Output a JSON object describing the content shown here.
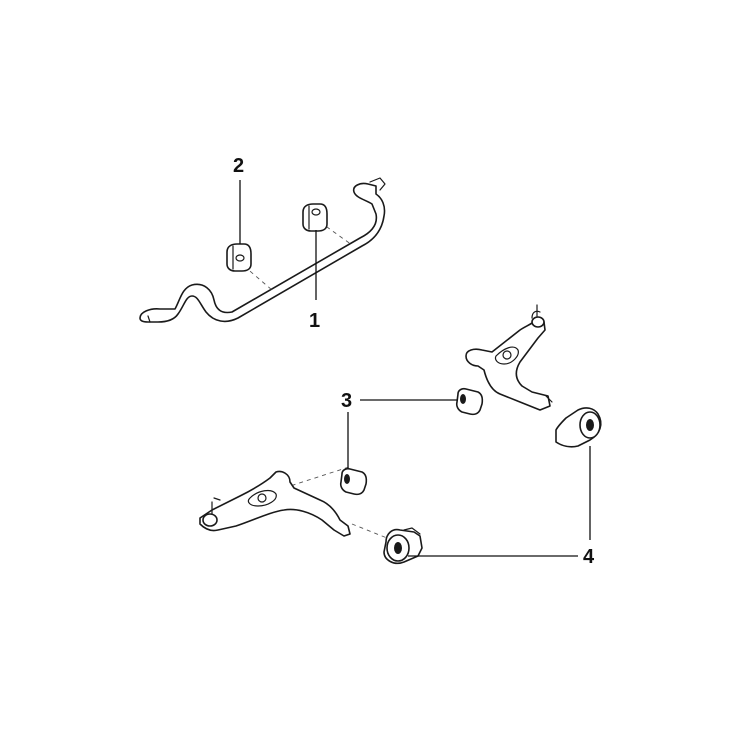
{
  "callouts": [
    {
      "id": "1",
      "text": "1"
    },
    {
      "id": "2",
      "text": "2"
    },
    {
      "id": "3",
      "text": "3"
    },
    {
      "id": "4",
      "text": "4"
    }
  ],
  "colors": {
    "line": "#1a1a1a",
    "background": "#ffffff",
    "shade": "#cfcfcf"
  }
}
